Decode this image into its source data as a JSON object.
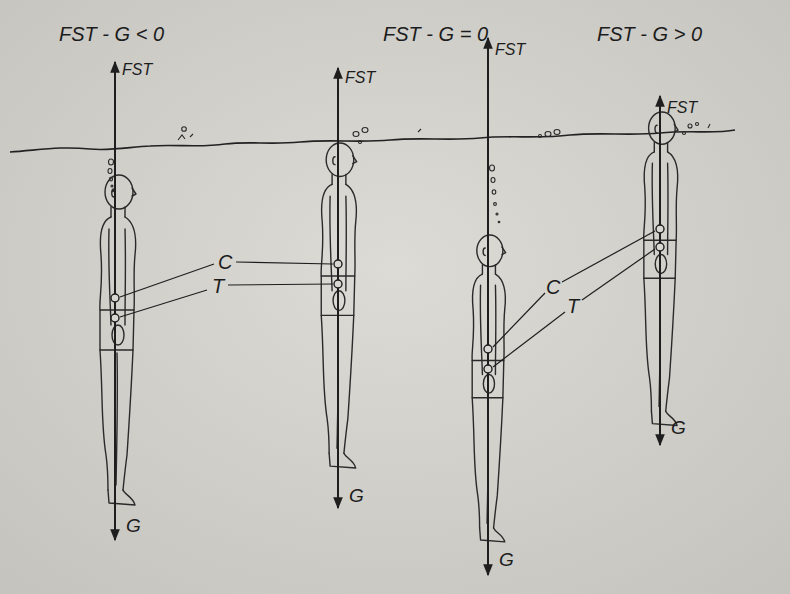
{
  "diagram": {
    "labels": [
      "FST - G < 0",
      "FST - G = 0",
      "FST - G > 0",
      "FST",
      "FST",
      "FST",
      "FST",
      "G",
      "G",
      "G",
      "G",
      "C",
      "T",
      "C",
      "T"
    ]
  }
}
